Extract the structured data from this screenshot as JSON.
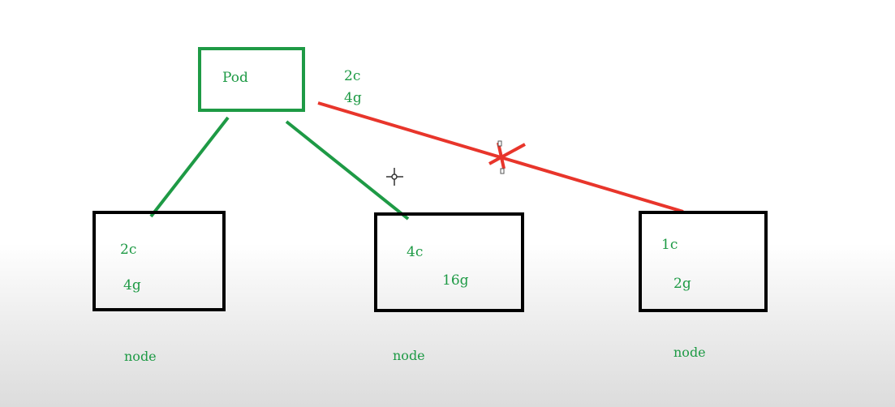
{
  "pod": {
    "label": "Pod",
    "cpu": "2c",
    "mem": "4g"
  },
  "nodes": [
    {
      "cpu": "2c",
      "mem": "4g",
      "label": "node",
      "fits": true
    },
    {
      "cpu": "4c",
      "mem": "16g",
      "label": "node",
      "fits": true
    },
    {
      "cpu": "1c",
      "mem": "2g",
      "label": "node",
      "fits": false
    }
  ],
  "colors": {
    "fit_line": "#1e9a45",
    "reject_line": "#e8352b",
    "pod_border": "#1e9a45",
    "node_border": "#000000",
    "text": "#1e9a45"
  },
  "icons": {
    "cursor": "crosshair-icon",
    "reject": "x-mark-icon"
  }
}
